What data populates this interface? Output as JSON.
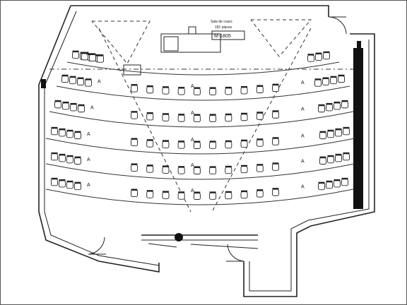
{
  "caption": {
    "line1": "Sala de cours",
    "line2": "181 places",
    "room_code": "M-1805"
  },
  "aisle_marker": "A",
  "colors": {
    "ink": "#222222",
    "background": "#ffffff",
    "wall_fill": "#111111"
  }
}
